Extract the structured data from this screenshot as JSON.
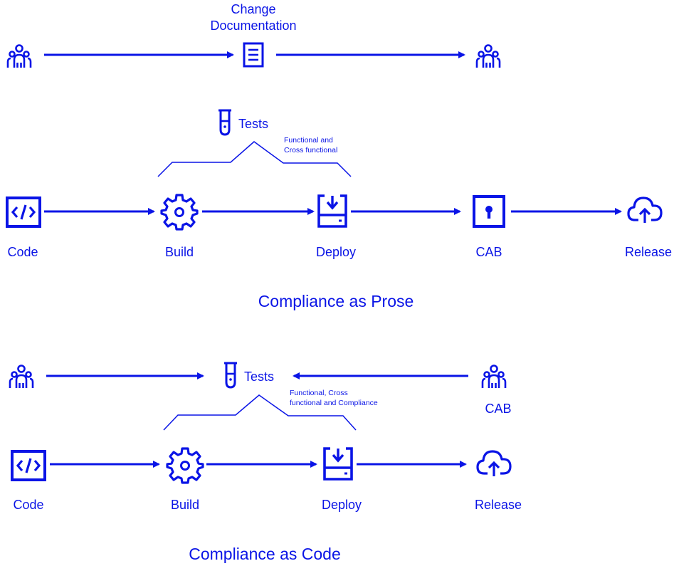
{
  "colors": {
    "primary": "#0a14e6",
    "background": "#ffffff"
  },
  "prose": {
    "title": "Compliance as Prose",
    "change_doc_line1": "Change",
    "change_doc_line2": "Documentation",
    "tests_label": "Tests",
    "tests_note_line1": "Functional and",
    "tests_note_line2": "Cross functional",
    "steps": {
      "code": "Code",
      "build": "Build",
      "deploy": "Deploy",
      "cab": "CAB",
      "release": "Release"
    },
    "icons": [
      "people-icon",
      "document-icon",
      "people-icon",
      "test-tube-icon",
      "code-icon",
      "gear-icon",
      "deploy-icon",
      "keyhole-icon",
      "cloud-upload-icon"
    ]
  },
  "code": {
    "title": "Compliance as Code",
    "tests_label": "Tests",
    "tests_note_line1": "Functional, Cross",
    "tests_note_line2": "functional and Compliance",
    "cab_label": "CAB",
    "steps": {
      "code": "Code",
      "build": "Build",
      "deploy": "Deploy",
      "release": "Release"
    },
    "icons": [
      "people-icon",
      "test-tube-icon",
      "people-icon",
      "code-icon",
      "gear-icon",
      "deploy-icon",
      "cloud-upload-icon"
    ]
  }
}
